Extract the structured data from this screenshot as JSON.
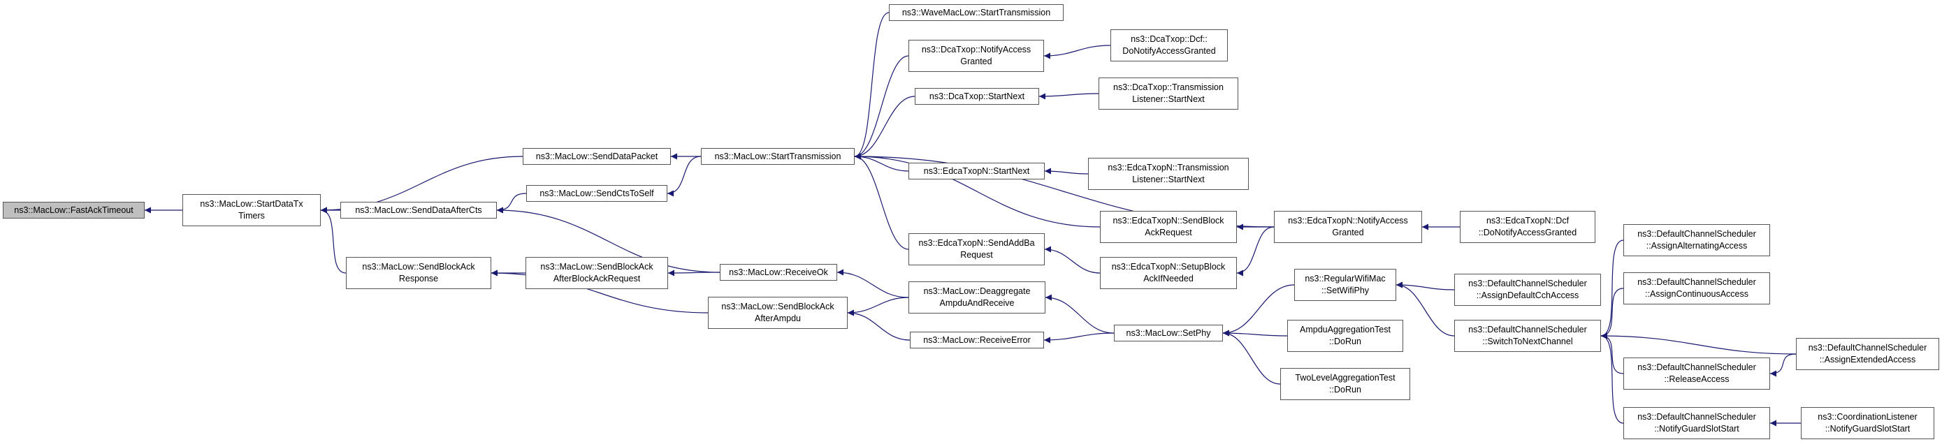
{
  "diagram": {
    "edge_color": "#191970",
    "root_fill": "#bfbfbf",
    "nodes": [
      {
        "id": "n1",
        "lines": [
          "ns3::MacLow::FastAckTimeout"
        ],
        "root": true
      },
      {
        "id": "n2",
        "lines": [
          "ns3::MacLow::StartDataTx",
          "Timers"
        ]
      },
      {
        "id": "n3",
        "lines": [
          "ns3::MacLow::SendDataPacket"
        ]
      },
      {
        "id": "n4",
        "lines": [
          "ns3::MacLow::SendDataAfterCts"
        ]
      },
      {
        "id": "n5",
        "lines": [
          "ns3::MacLow::SendCtsToSelf"
        ]
      },
      {
        "id": "n6",
        "lines": [
          "ns3::MacLow::SendBlockAck",
          "Response"
        ]
      },
      {
        "id": "n7",
        "lines": [
          "ns3::MacLow::SendBlockAck",
          "AfterBlockAckRequest"
        ]
      },
      {
        "id": "n8",
        "lines": [
          "ns3::MacLow::SendBlockAck",
          "AfterAmpdu"
        ]
      },
      {
        "id": "n9",
        "lines": [
          "ns3::MacLow::StartTransmission"
        ]
      },
      {
        "id": "n10",
        "lines": [
          "ns3::MacLow::ReceiveOk"
        ]
      },
      {
        "id": "n11",
        "lines": [
          "ns3::WaveMacLow::StartTransmission"
        ]
      },
      {
        "id": "n12",
        "lines": [
          "ns3::DcaTxop::NotifyAccess",
          "Granted"
        ]
      },
      {
        "id": "n13",
        "lines": [
          "ns3::DcaTxop::StartNext"
        ]
      },
      {
        "id": "n14",
        "lines": [
          "ns3::EdcaTxopN::StartNext"
        ]
      },
      {
        "id": "n15",
        "lines": [
          "ns3::EdcaTxopN::SendBlock",
          "AckRequest"
        ]
      },
      {
        "id": "n16",
        "lines": [
          "ns3::EdcaTxopN::SendAddBa",
          "Request"
        ]
      },
      {
        "id": "n17",
        "lines": [
          "ns3::MacLow::Deaggregate",
          "AmpduAndReceive"
        ]
      },
      {
        "id": "n18",
        "lines": [
          "ns3::MacLow::ReceiveError"
        ]
      },
      {
        "id": "n19",
        "lines": [
          "ns3::DcaTxop::Dcf::",
          "DoNotifyAccessGranted"
        ]
      },
      {
        "id": "n20",
        "lines": [
          "ns3::DcaTxop::Transmission",
          "Listener::StartNext"
        ]
      },
      {
        "id": "n21",
        "lines": [
          "ns3::EdcaTxopN::Transmission",
          "Listener::StartNext"
        ]
      },
      {
        "id": "n22",
        "lines": [
          "ns3::EdcaTxopN::SetupBlock",
          "AckIfNeeded"
        ]
      },
      {
        "id": "n23",
        "lines": [
          "ns3::MacLow::SetPhy"
        ]
      },
      {
        "id": "n24",
        "lines": [
          "ns3::EdcaTxopN::NotifyAccess",
          "Granted"
        ]
      },
      {
        "id": "n25",
        "lines": [
          "ns3::RegularWifiMac",
          "::SetWifiPhy"
        ]
      },
      {
        "id": "n26",
        "lines": [
          "AmpduAggregationTest",
          "::DoRun"
        ]
      },
      {
        "id": "n27",
        "lines": [
          "TwoLevelAggregationTest",
          "::DoRun"
        ]
      },
      {
        "id": "n28",
        "lines": [
          "ns3::EdcaTxopN::Dcf",
          "::DoNotifyAccessGranted"
        ]
      },
      {
        "id": "n29",
        "lines": [
          "ns3::DefaultChannelScheduler",
          "::AssignDefaultCchAccess"
        ]
      },
      {
        "id": "n30",
        "lines": [
          "ns3::DefaultChannelScheduler",
          "::SwitchToNextChannel"
        ]
      },
      {
        "id": "n31",
        "lines": [
          "ns3::DefaultChannelScheduler",
          "::AssignAlternatingAccess"
        ]
      },
      {
        "id": "n32",
        "lines": [
          "ns3::DefaultChannelScheduler",
          "::AssignContinuousAccess"
        ]
      },
      {
        "id": "n33",
        "lines": [
          "ns3::DefaultChannelScheduler",
          "::ReleaseAccess"
        ]
      },
      {
        "id": "n34",
        "lines": [
          "ns3::DefaultChannelScheduler",
          "::NotifyGuardSlotStart"
        ]
      },
      {
        "id": "n35",
        "lines": [
          "ns3::DefaultChannelScheduler",
          "::AssignExtendedAccess"
        ]
      },
      {
        "id": "n36",
        "lines": [
          "ns3::CoordinationListener",
          "::NotifyGuardSlotStart"
        ]
      }
    ],
    "edges": [
      {
        "from": "n2",
        "to": "n1"
      },
      {
        "from": "n3",
        "to": "n2"
      },
      {
        "from": "n4",
        "to": "n2"
      },
      {
        "from": "n6",
        "to": "n2"
      },
      {
        "from": "n5",
        "to": "n4"
      },
      {
        "from": "n10",
        "to": "n4"
      },
      {
        "from": "n7",
        "to": "n6"
      },
      {
        "from": "n8",
        "to": "n6"
      },
      {
        "from": "n9",
        "to": "n3"
      },
      {
        "from": "n9",
        "to": "n5"
      },
      {
        "from": "n10",
        "to": "n7"
      },
      {
        "from": "n17",
        "to": "n10"
      },
      {
        "from": "n17",
        "to": "n8"
      },
      {
        "from": "n18",
        "to": "n8"
      },
      {
        "from": "n11",
        "to": "n9"
      },
      {
        "from": "n12",
        "to": "n9"
      },
      {
        "from": "n13",
        "to": "n9"
      },
      {
        "from": "n24",
        "to": "n9"
      },
      {
        "from": "n14",
        "to": "n9"
      },
      {
        "from": "n15",
        "to": "n9"
      },
      {
        "from": "n16",
        "to": "n9"
      },
      {
        "from": "n19",
        "to": "n12"
      },
      {
        "from": "n20",
        "to": "n13"
      },
      {
        "from": "n21",
        "to": "n14"
      },
      {
        "from": "n24",
        "to": "n15"
      },
      {
        "from": "n22",
        "to": "n16"
      },
      {
        "from": "n24",
        "to": "n22"
      },
      {
        "from": "n23",
        "to": "n17"
      },
      {
        "from": "n23",
        "to": "n18"
      },
      {
        "from": "n28",
        "to": "n24"
      },
      {
        "from": "n25",
        "to": "n23"
      },
      {
        "from": "n26",
        "to": "n23"
      },
      {
        "from": "n27",
        "to": "n23"
      },
      {
        "from": "n29",
        "to": "n25"
      },
      {
        "from": "n30",
        "to": "n25"
      },
      {
        "from": "n31",
        "to": "n30"
      },
      {
        "from": "n32",
        "to": "n30"
      },
      {
        "from": "n35",
        "to": "n30"
      },
      {
        "from": "n33",
        "to": "n30"
      },
      {
        "from": "n34",
        "to": "n30"
      },
      {
        "from": "n35",
        "to": "n33"
      },
      {
        "from": "n36",
        "to": "n34"
      }
    ]
  }
}
